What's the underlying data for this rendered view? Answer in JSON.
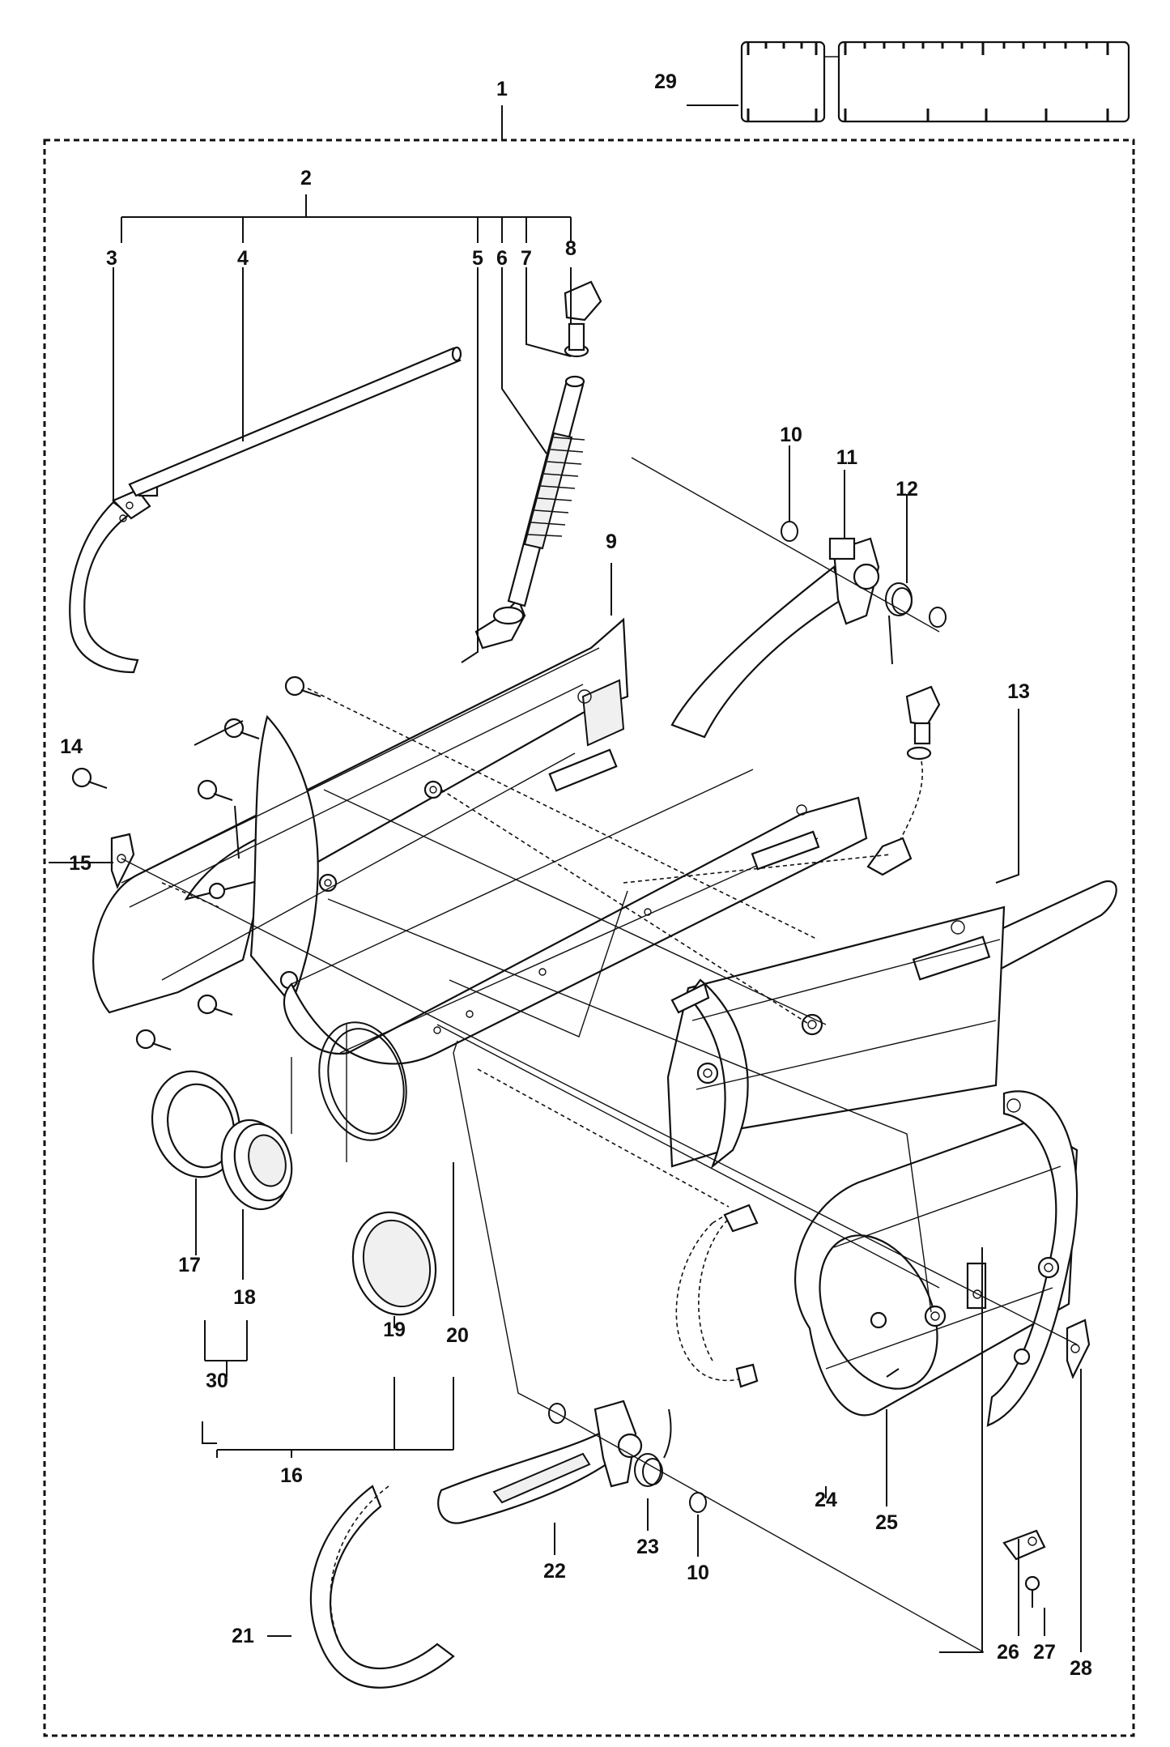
{
  "diagram": {
    "callouts": [
      {
        "id": "1",
        "label": "1"
      },
      {
        "id": "2",
        "label": "2"
      },
      {
        "id": "3",
        "label": "3"
      },
      {
        "id": "4",
        "label": "4"
      },
      {
        "id": "5",
        "label": "5"
      },
      {
        "id": "6",
        "label": "6"
      },
      {
        "id": "7",
        "label": "7"
      },
      {
        "id": "8",
        "label": "8"
      },
      {
        "id": "9",
        "label": "9"
      },
      {
        "id": "10a",
        "label": "10"
      },
      {
        "id": "11",
        "label": "11"
      },
      {
        "id": "12",
        "label": "12"
      },
      {
        "id": "13",
        "label": "13"
      },
      {
        "id": "14",
        "label": "14"
      },
      {
        "id": "15",
        "label": "15"
      },
      {
        "id": "16",
        "label": "16"
      },
      {
        "id": "17",
        "label": "17"
      },
      {
        "id": "18",
        "label": "18"
      },
      {
        "id": "19",
        "label": "19"
      },
      {
        "id": "20",
        "label": "20"
      },
      {
        "id": "21",
        "label": "21"
      },
      {
        "id": "22",
        "label": "22"
      },
      {
        "id": "23",
        "label": "23"
      },
      {
        "id": "10b",
        "label": "10"
      },
      {
        "id": "24",
        "label": "24"
      },
      {
        "id": "25",
        "label": "25"
      },
      {
        "id": "26",
        "label": "26"
      },
      {
        "id": "27",
        "label": "27"
      },
      {
        "id": "28",
        "label": "28"
      },
      {
        "id": "29",
        "label": "29"
      },
      {
        "id": "30",
        "label": "30"
      }
    ]
  }
}
